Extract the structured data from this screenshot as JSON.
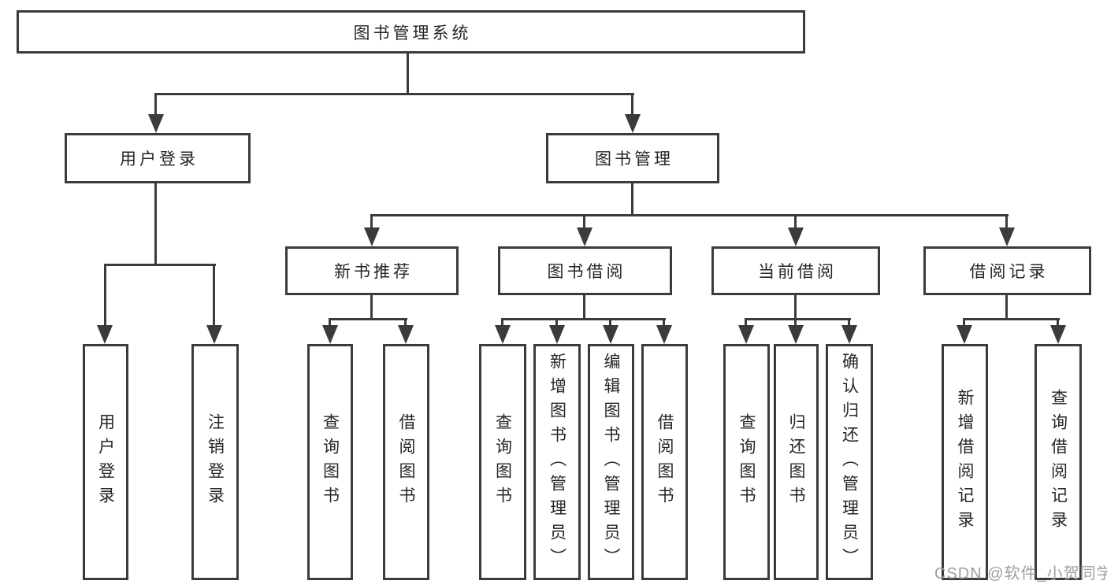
{
  "diagram_type": "tree",
  "root": {
    "label": "图书管理系统"
  },
  "branches": {
    "user_login": {
      "label": "用户登录",
      "children": [
        "用户登录",
        "注销登录"
      ]
    },
    "book_management": {
      "label": "图书管理",
      "sections": {
        "new_book_recommend": {
          "label": "新书推荐",
          "children": [
            "查询图书",
            "借阅图书"
          ]
        },
        "book_borrowing": {
          "label": "图书借阅",
          "children": [
            "查询图书",
            "新增图书（管理员）",
            "编辑图书（管理员）",
            "借阅图书"
          ]
        },
        "current_borrowing": {
          "label": "当前借阅",
          "children": [
            "查询图书",
            "归还图书",
            "确认归还（管理员）"
          ]
        },
        "borrowing_records": {
          "label": "借阅记录",
          "children": [
            "新增借阅记录",
            "查询借阅记录"
          ]
        }
      }
    }
  },
  "watermark": "CSDN @软件_小贺同学",
  "colors": {
    "line": "#3b3b3b",
    "text": "#262626",
    "watermark": "#9f9f9f",
    "background": "#ffffff"
  }
}
